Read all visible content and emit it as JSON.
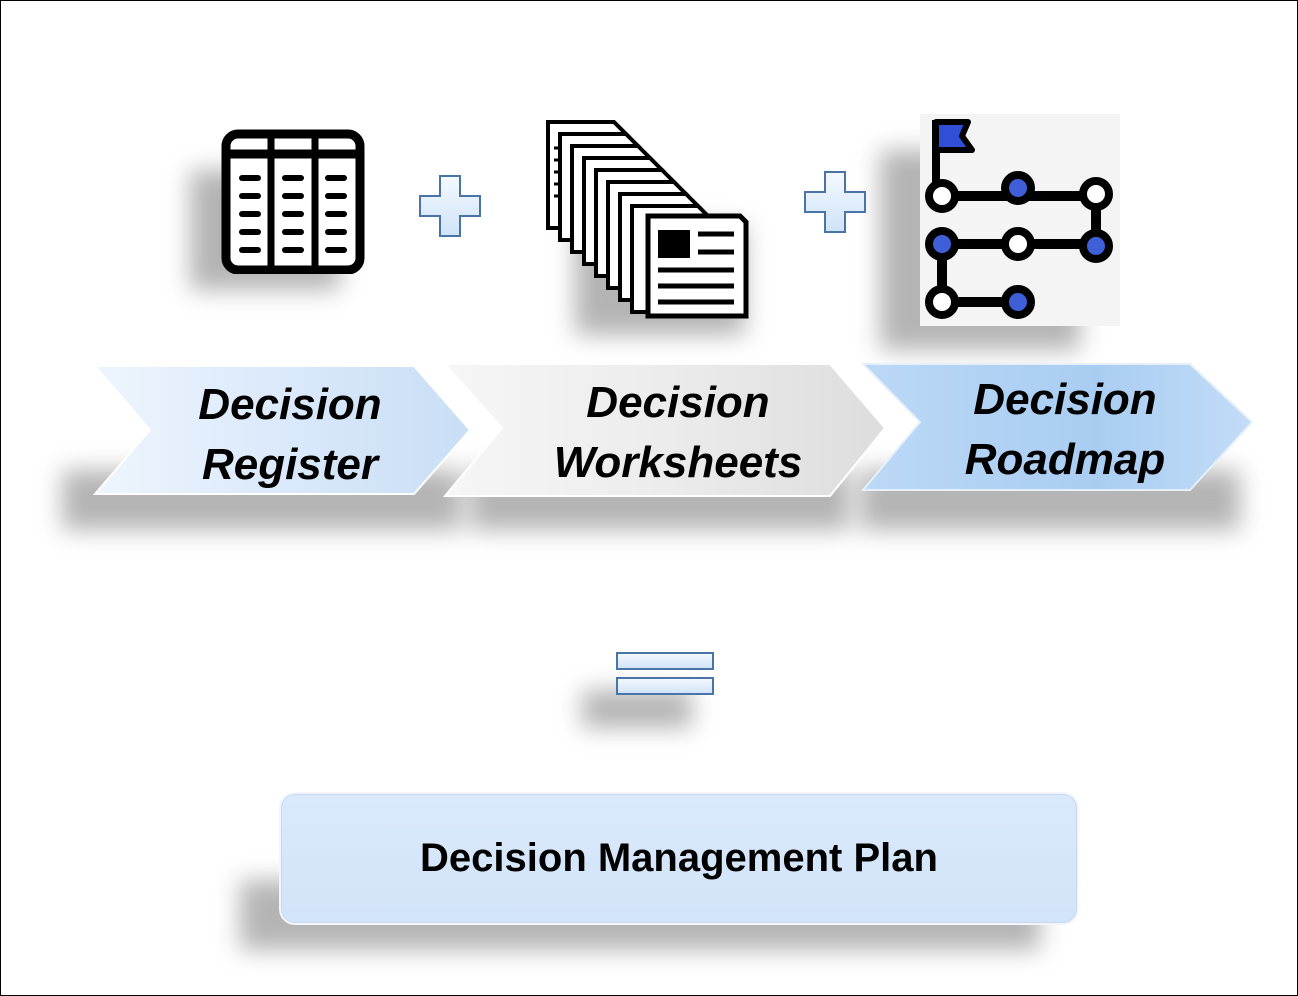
{
  "steps": [
    {
      "line1": "Decision",
      "line2": "Register"
    },
    {
      "line1": "Decision",
      "line2": "Worksheets"
    },
    {
      "line1": "Decision",
      "line2": "Roadmap"
    }
  ],
  "result": {
    "label": "Decision Management Plan"
  },
  "icons": [
    "table-icon",
    "document-stack-icon",
    "roadmap-icon",
    "plus-icon",
    "equals-icon"
  ],
  "colors": {
    "light_blue": "#dbe9fb",
    "medium_blue": "#a9cdf2",
    "grey": "#ececec",
    "dot_blue": "#3e5fd8"
  }
}
